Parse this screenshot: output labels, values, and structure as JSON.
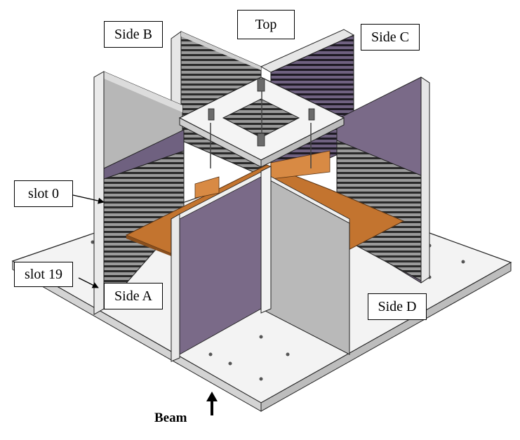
{
  "labels": {
    "top": "Top",
    "side_a": "Side A",
    "side_b": "Side B",
    "side_c": "Side C",
    "side_d": "Side D",
    "slot_0": "slot 0",
    "slot_19": "slot 19",
    "beam": "Beam"
  },
  "colors": {
    "panel_purple": "#7a6a88",
    "panel_grey": "#b9b9b9",
    "panel_edge": "#e9e9e9",
    "board_orange": "#c3742f",
    "base_top": "#f2f2f2",
    "base_edge": "#d0d0d0"
  },
  "icons": {
    "beam_arrow": "arrow-up-icon",
    "pointer_arrow": "arrow-pointer-icon"
  }
}
